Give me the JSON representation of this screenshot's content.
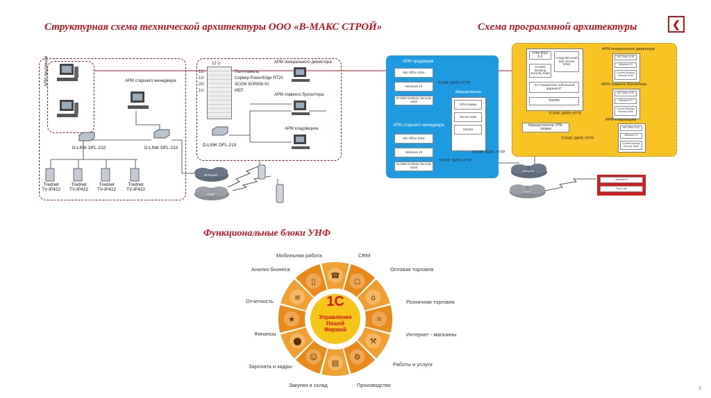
{
  "titles": {
    "left": "Структурная схема технической архитектуры ООО «В-МАКС СТРОЙ»",
    "right": "Схема программной архитектуры",
    "bottom": "Функциональные блоки УНФ"
  },
  "nav": {
    "icon": "back-arrow-icon",
    "symbol": "❮"
  },
  "page_number": "5",
  "tech": {
    "arm_sales": "АРМ продавцов",
    "arm_senior_manager": "АРМ старшего менеджера",
    "arm_gen_director": "АРМ генерального директора",
    "arm_chief_accountant": "АРМ главного бухгалтера",
    "arm_storekeeper": "АРМ кладовщика",
    "rack_label": "12 U",
    "rack_units": [
      "1U",
      "1U",
      "2U",
      "1U"
    ],
    "rack_items": [
      "Патч-панель",
      "Сервер PowerEdge RT20",
      "3COM 3CR858-91",
      "ИБП"
    ],
    "dlink_1": "D-LINK DFL-210",
    "dlink_2": "D-LINK DFL-210",
    "dlink_3": "D-LINK DFL-210",
    "cameras": [
      {
        "name": "Trednet",
        "model": "TV-IP422"
      },
      {
        "name": "Trednet",
        "model": "TV-IP422"
      },
      {
        "name": "Trednet",
        "model": "TV-IP422"
      },
      {
        "name": "Trednet",
        "model": "TV-IP422"
      }
    ],
    "cloud_1": "Интернет",
    "cloud_2": "GSM"
  },
  "soft": {
    "blue": {
      "arm_sales": "АРМ продавцов",
      "arm_senior_manager": "АРМ старшего менеджера",
      "router": "Маршрутизатор",
      "router_items": [
        "VPN-сервер",
        "Secure view",
        "Samba"
      ],
      "sales_items": [
        "MS Office 2016",
        "Windows 10",
        "Dr.Web Desktop Security Suite"
      ],
      "manager_items": [
        "MS Office 2016",
        "Windows 10",
        "Dr.Web Desktop Security Suite"
      ],
      "proto_1": "TCP/IP, SMTP, HTTP",
      "proto_2": "TCP/IP, SMTP, HTTP",
      "proto_3": "TCP/IP, SMTP, HTTP"
    },
    "yellow": {
      "server_items": [
        "Free BSD 6.2",
        "СУБД Microsoft SQL Server 2018",
        "Dr.Web Desktop Security Suite"
      ],
      "app": "\"1С:Управление небольшой фирмой 8\"",
      "samba": "Samba",
      "proto_1": "TCP/IP, SMTP, HTTP",
      "proto_2": "TCP/IP, SMTP, HTTP",
      "router": "Маршрутизатор VPN-сервер",
      "arm_gen_director": "АРМ генерального директора",
      "arm_chief_accountant": "АРМ главного бухгалтера",
      "arm_storekeeper": "АРМ кладовщика",
      "sub_items": [
        "MS Office 2016",
        "Windows 10",
        "Dr.Web Desktop Security Suite"
      ]
    },
    "cloud_1": "Интернет",
    "cloud_2": "GSM",
    "red_box": [
      "Android 8",
      "Tiny Lote"
    ]
  },
  "wheel": {
    "center_brand": "1С",
    "center_line1": "Управление",
    "center_line2": "Нашей",
    "center_line3": "Фирмой",
    "blocks": [
      {
        "label": "CRM",
        "icon": "crm-icon"
      },
      {
        "label": "Оптовая торговля",
        "icon": "wholesale-icon"
      },
      {
        "label": "Розничная торговля",
        "icon": "retail-icon"
      },
      {
        "label": "Интернет - магазины",
        "icon": "cart-icon"
      },
      {
        "label": "Работы и услуги",
        "icon": "tools-icon"
      },
      {
        "label": "Производство",
        "icon": "factory-icon"
      },
      {
        "label": "Закупки и склад",
        "icon": "warehouse-icon"
      },
      {
        "label": "Зарплата и кадры",
        "icon": "people-icon"
      },
      {
        "label": "Финансы",
        "icon": "coin-icon"
      },
      {
        "label": "Отчетность",
        "icon": "eagle-icon"
      },
      {
        "label": "Анализ бизнеса",
        "icon": "chart-icon"
      },
      {
        "label": "Мобильная работа",
        "icon": "phone-icon"
      }
    ],
    "colors": {
      "ring": "#f0a030",
      "ring_dark": "#e88a1a",
      "center": "#f5c518",
      "brand": "#d4151c"
    }
  }
}
